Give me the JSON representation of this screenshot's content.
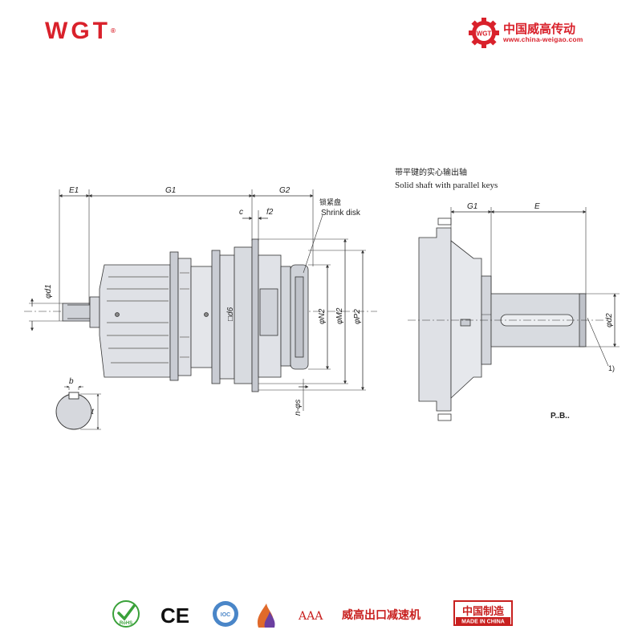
{
  "header": {
    "logo_text": "WGT",
    "logo_mark": "®",
    "brand_cn": "中国威高传动",
    "brand_url": "www.china-weigao.com",
    "brand_emblem_text": "WGT"
  },
  "main_drawing": {
    "labels": {
      "e1": "E1",
      "g1": "G1",
      "g2": "G2",
      "c": "c",
      "f2": "f2",
      "shrink_disk_cn": "锁紧盘",
      "shrink_disk_en": "Shrink disk",
      "d1": "φd1",
      "d6": "□d6",
      "n2": "φN2",
      "m2": "φM2",
      "p2": "φP2",
      "holes": "n-φs",
      "b": "b",
      "t": "t"
    }
  },
  "side_drawing": {
    "title_cn": "带平键的实心输出轴",
    "title_en": "Solid shaft with parallel keys",
    "labels": {
      "g1": "G1",
      "e": "E",
      "d2": "φd2",
      "note": "1)",
      "model": "P..B.."
    }
  },
  "footer": {
    "rohs": "RoHS",
    "ce": "CE",
    "iso_badge": "IOC",
    "aaa": "AAA",
    "company": "威高出口减速机",
    "made_in_cn": "中国制造",
    "made_in_en": "MADE IN CHINA"
  },
  "colors": {
    "brand_red": "#d9212b",
    "line": "#333333",
    "body_fill": "#dfe1e6",
    "body_shade": "#b9bcc4"
  }
}
